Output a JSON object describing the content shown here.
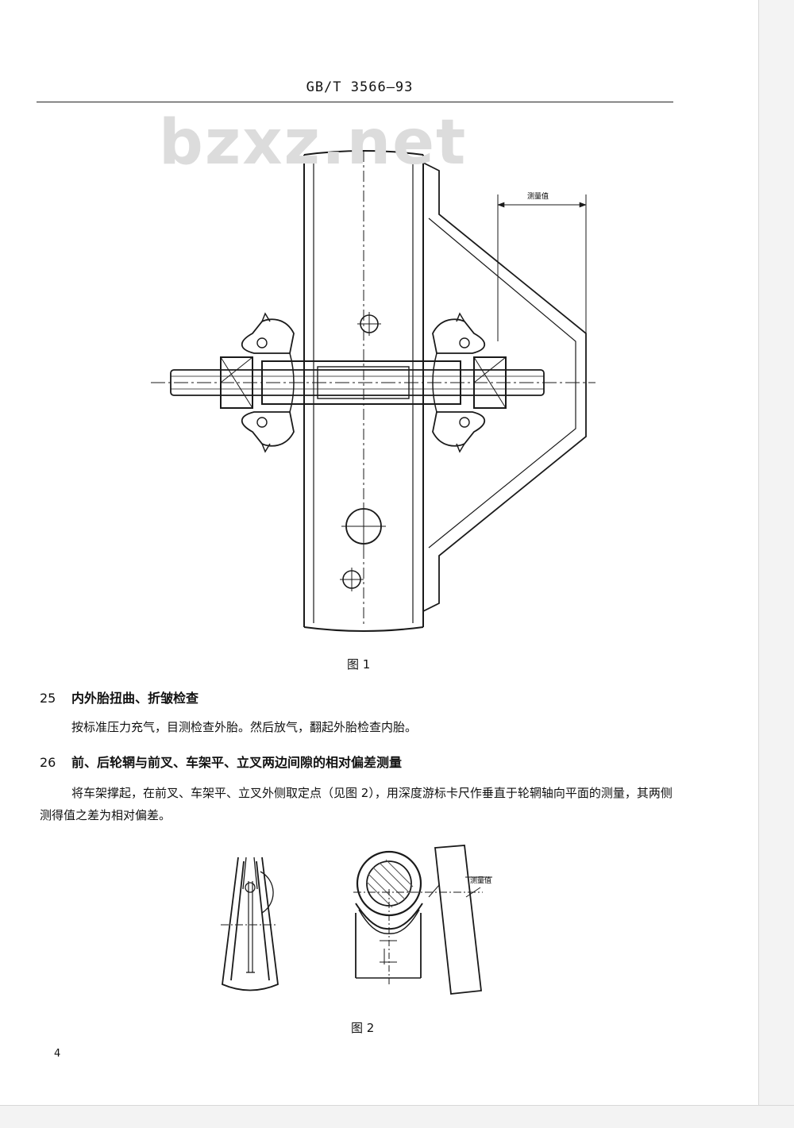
{
  "header": {
    "standard_code": "GB/T  3566—93"
  },
  "watermark": {
    "text": "bzxz.net"
  },
  "figure1": {
    "caption": "图 1",
    "dimension_label": "测量值"
  },
  "section25": {
    "number": "25",
    "title": "内外胎扭曲、折皱检查",
    "paragraph": "按标准压力充气，目测检查外胎。然后放气，翻起外胎检查内胎。"
  },
  "section26": {
    "number": "26",
    "title": "前、后轮辋与前叉、车架平、立叉两边间隙的相对偏差测量",
    "paragraph": "将车架撑起，在前叉、车架平、立叉外侧取定点（见图 2），用深度游标卡尺作垂直于轮辋轴向平面的测量，其两侧测得值之差为相对偏差。"
  },
  "figure2": {
    "caption": "图 2",
    "dimension_label": "测量值"
  },
  "footer": {
    "page_number": "4"
  }
}
